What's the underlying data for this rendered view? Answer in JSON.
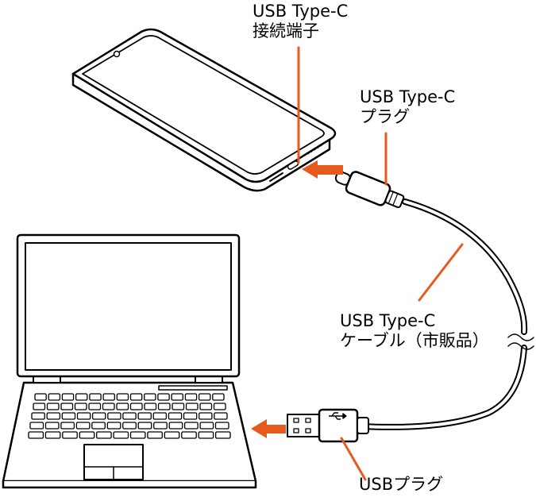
{
  "labels": {
    "connector_line1": "USB Type-C",
    "connector_line2": "接続端子",
    "plug_line1": "USB Type-C",
    "plug_line2": "プラグ",
    "cable_line1": "USB Type-C",
    "cable_line2": "ケーブル（市販品）",
    "usb_plug": "USBプラグ"
  },
  "colors": {
    "stroke": "#000000",
    "leader": "#e65a1e",
    "arrow": "#e65a1e",
    "fill": "#ffffff"
  }
}
